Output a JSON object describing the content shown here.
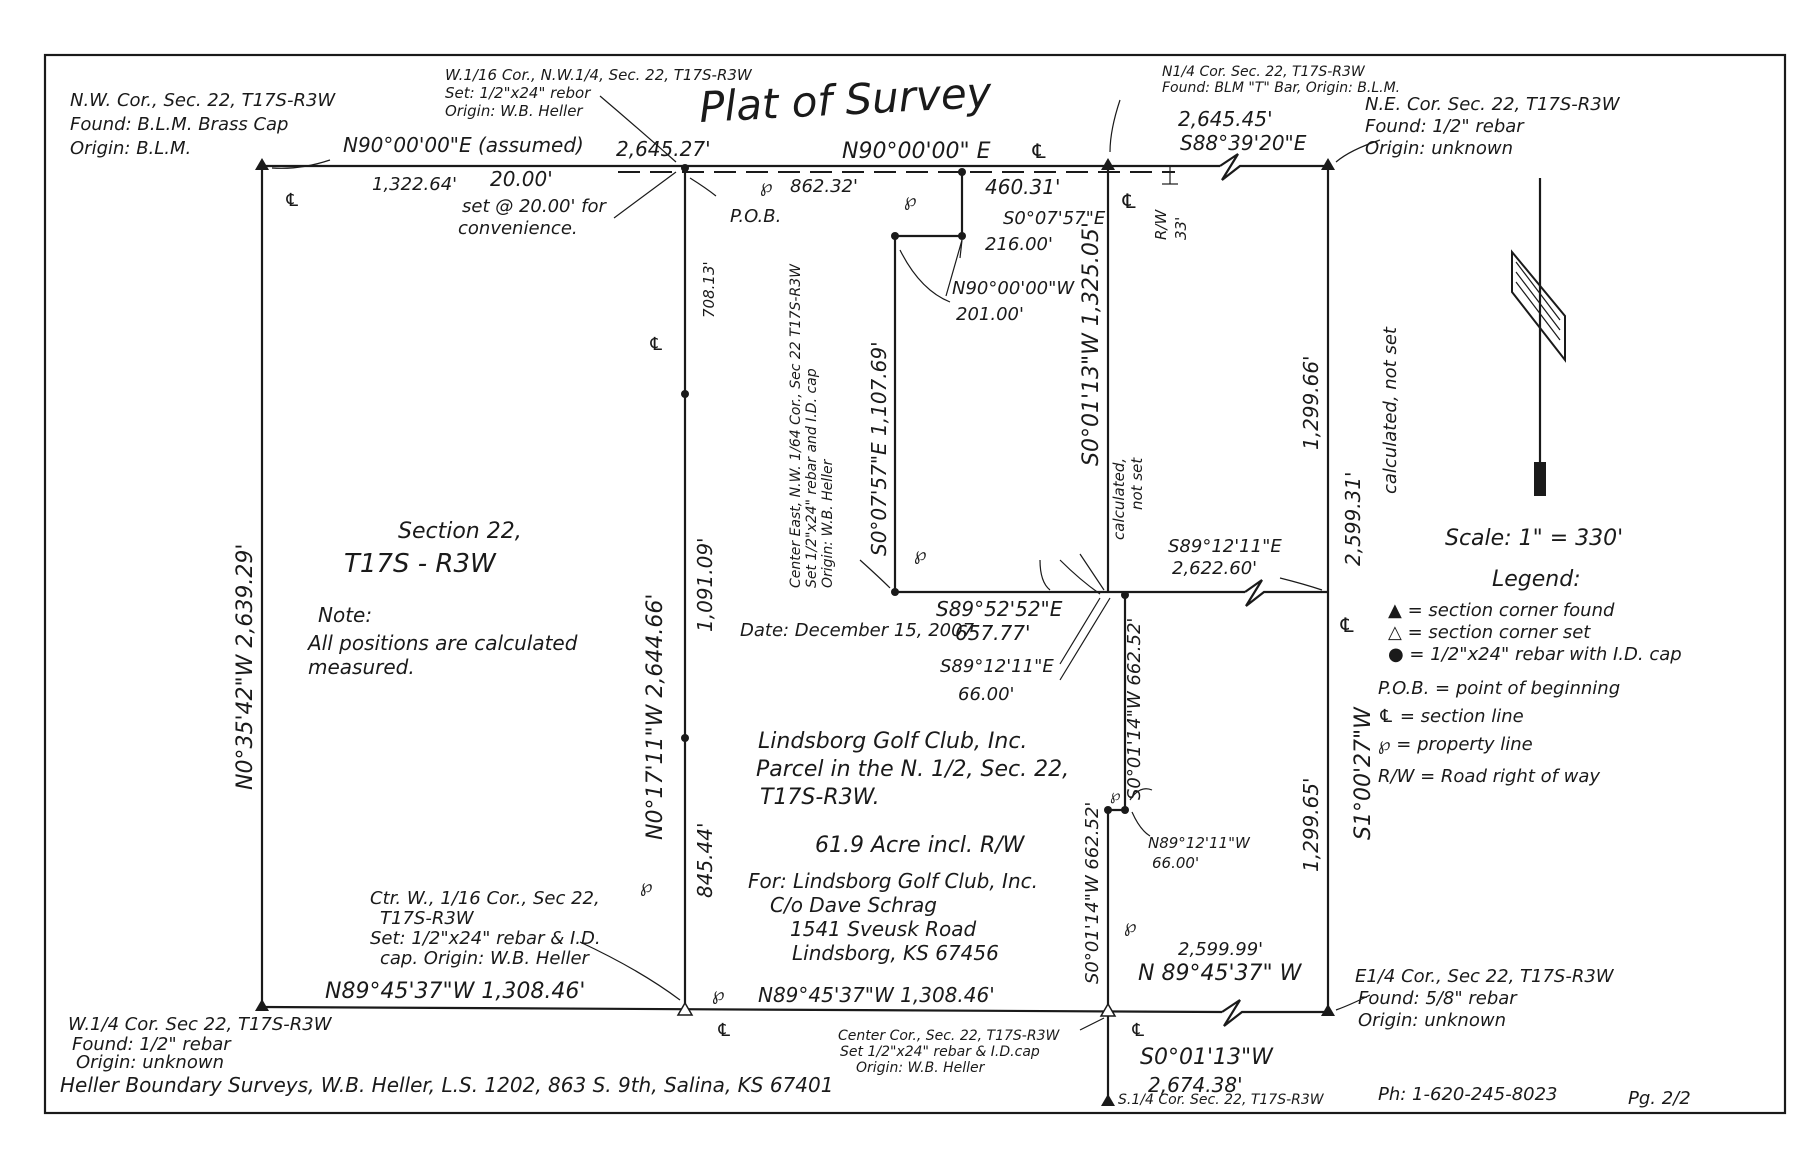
{
  "title": "Plat of Survey",
  "corners": {
    "nw": [
      "N.W. Cor., Sec. 22, T17S-R3W",
      "Found: B.L.M. Brass Cap",
      "Origin: B.L.M."
    ],
    "w16nw": [
      "W.1/16 Cor., N.W.1/4, Sec. 22, T17S-R3W",
      "Set: 1/2\"x24\" rebor",
      "Origin: W.B. Heller"
    ],
    "n4": [
      "N1/4 Cor. Sec. 22, T17S-R3W",
      "Found: BLM \"T\" Bar, Origin: B.L.M."
    ],
    "ne": [
      "N.E. Cor. Sec. 22, T17S-R3W",
      "Found: 1/2\" rebar",
      "Origin: unknown"
    ],
    "ctrw": [
      "Ctr. W., 1/16 Cor., Sec 22,",
      "T17S-R3W",
      "Set: 1/2\"x24\" rebar & I.D.",
      "cap. Origin: W.B. Heller"
    ],
    "w4": [
      "W.1/4 Cor. Sec 22, T17S-R3W",
      "Found: 1/2\" rebar",
      "Origin: unknown"
    ],
    "center": [
      "Center Cor., Sec. 22, T17S-R3W",
      "Set 1/2\"x24\" rebar & I.D.cap",
      "Origin: W.B. Heller"
    ],
    "s4": "S.1/4 Cor. Sec. 22, T17S-R3W",
    "e4": [
      "E1/4 Cor., Sec 22, T17S-R3W",
      "Found: 5/8\" rebar",
      "Origin: unknown"
    ],
    "centereast": [
      "Center East, N.W. 1/64 Cor., Sec 22 T17S-R3W",
      "Set 1/2\"x24\" rebar and I.D. cap",
      "Origin: W.B. Heller"
    ]
  },
  "bearings": {
    "north_assumed": "N90°00'00\"E (assumed)",
    "north_total": "2,645.27'",
    "north_1322": "1,322.64'",
    "set20": "20.00'",
    "set20_note": [
      "set @ 20.00' for",
      "convenience."
    ],
    "pob": "P.O.B.",
    "north_mid": "N90°00'00\" E",
    "cl": "℄",
    "pl": "℘",
    "d862": "862.32'",
    "d460": "460.31'",
    "s0757a": "S0°07'57\"E",
    "d216": "216.00'",
    "n9000w": "N90°00'00\"W",
    "d201": "201.00'",
    "ne_top": "2,645.45'",
    "ne_bearing": "S88°39'20\"E",
    "rw": "R/W",
    "rw33": "33'",
    "west_line": "N0°35'42\"W  2,639.29'",
    "d708": "708.13'",
    "d1091": "1,091.09'",
    "d845": "845.44'",
    "wq_line": "N0°17'11\"W  2,644.66'",
    "s0757b": "S0°07'57\"E  1,107.69'",
    "s0113": "S0°01'13\"W  1,325.05'",
    "calc_not_set": [
      "calculated,",
      "not set"
    ],
    "d1299a": "1,299.66'",
    "d2599": "2,599.31'",
    "calc_not_set2": "calculated, not set",
    "s8952": "S89°52'52\"E",
    "d657": "657.77'",
    "s8912a": "S89°12'11\"E",
    "d2622": "2,622.60'",
    "s8912b": "S89°12'11\"E",
    "d66a": "66.00'",
    "s0114a": "S0°01'14\"W  662.52'",
    "n8912w": "N89°12'11\"W",
    "d66b": "66.00'",
    "s0114b": "S0°01'14\"W  662.52'",
    "east_line": "S1°00'27\"W",
    "d1299b": "1,299.65'",
    "south_w": "N89°45'37\"W  1,308.46'",
    "south_mid": "N89°45'37\"W  1,308.46'",
    "south_e_dist": "2,599.99'",
    "south_e": "N 89°45'37\" W",
    "south_tie": "S0°01'13\"W",
    "south_tie_d": "2,674.38'"
  },
  "section": [
    "Section 22,",
    "T17S - R3W"
  ],
  "note": [
    "Note:",
    "All positions are calculated",
    "measured."
  ],
  "date": "Date: December 15, 2007",
  "parcel": [
    "Lindsborg Golf Club, Inc.",
    "Parcel in the N. 1/2, Sec. 22,",
    "T17S-R3W."
  ],
  "acreage": "61.9 Acre incl. R/W",
  "client": [
    "For: Lindsborg Golf Club, Inc.",
    "C/o Dave Schrag",
    "1541 Sveusk Road",
    "Lindsborg, KS 67456"
  ],
  "scale": "Scale: 1\" = 330'",
  "legend": {
    "title": "Legend:",
    "items": [
      "▲ = section corner found",
      "△ = section corner set",
      "● = 1/2\"x24\" rebar with I.D. cap",
      "P.O.B. = point of beginning",
      "℄ = section line",
      "℘ = property line",
      "R/W = Road right of way"
    ]
  },
  "footer": "Heller Boundary Surveys, W.B. Heller, L.S. 1202, 863 S. 9th, Salina, KS 67401",
  "phone": "Ph: 1-620-245-8023",
  "page": "Pg. 2/2",
  "colors": {
    "ink": "#1a1a1a",
    "paper": "#ffffff"
  }
}
